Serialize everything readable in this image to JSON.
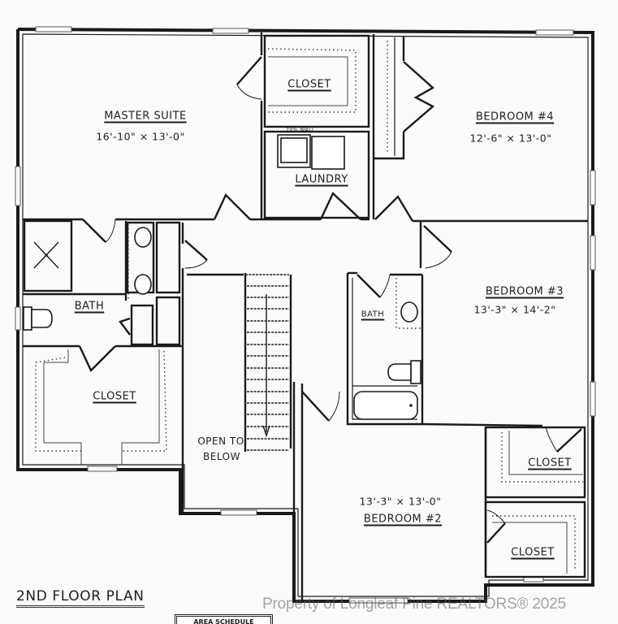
{
  "plan": {
    "title": "2ND FLOOR PLAN",
    "watermark": "Property of Longleaf Pine REALTORS® 2025",
    "schedule_box_label": "AREA SCHEDULE",
    "laundry_note": "70% WALL"
  },
  "rooms": {
    "master_suite": {
      "name": "MASTER SUITE",
      "dims": "16'-10\" × 13'-0\""
    },
    "master_closet_top": {
      "name": "CLOSET"
    },
    "laundry": {
      "name": "LAUNDRY"
    },
    "bedroom4": {
      "name": "BEDROOM #4",
      "dims": "12'-6\" × 13'-0\""
    },
    "master_bath": {
      "name": "BATH"
    },
    "master_closet": {
      "name": "CLOSET"
    },
    "open_to_below": {
      "line1": "OPEN TO",
      "line2": "BELOW"
    },
    "hall_bath": {
      "name": "BATH"
    },
    "bedroom3": {
      "name": "BEDROOM #3",
      "dims": "13'-3\" × 14'-2\""
    },
    "bedroom3_closet": {
      "name": "CLOSET"
    },
    "bedroom2": {
      "name": "BEDROOM #2",
      "dims": "13'-3\" × 13'-0\""
    },
    "bedroom2_closet": {
      "name": "CLOSET"
    }
  },
  "stairs": {
    "direction": "down",
    "tread_count": 15
  },
  "colors": {
    "line": "#1a1a1a",
    "paper": "#fbfbfb",
    "watermark": "#5a5a5a"
  }
}
